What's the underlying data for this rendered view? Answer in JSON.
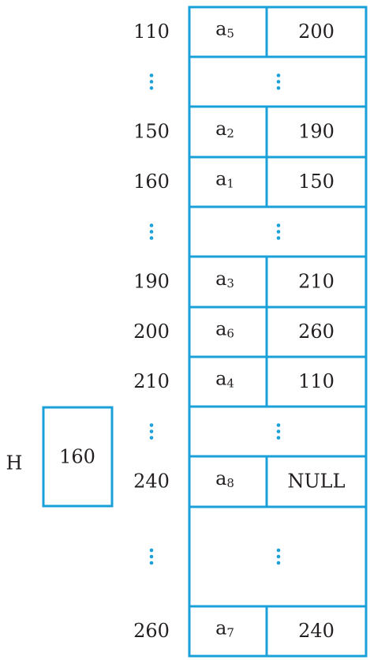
{
  "head_pointer": {
    "label": "H",
    "value": "160"
  },
  "rows": [
    {
      "address": "110",
      "data": "a",
      "sub": "5",
      "next": "200"
    },
    {
      "address": "",
      "data": "",
      "sub": "",
      "next": "",
      "gap": true
    },
    {
      "address": "150",
      "data": "a",
      "sub": "2",
      "next": "190"
    },
    {
      "address": "160",
      "data": "a",
      "sub": "1",
      "next": "150"
    },
    {
      "address": "",
      "data": "",
      "sub": "",
      "next": "",
      "gap": true
    },
    {
      "address": "190",
      "data": "a",
      "sub": "3",
      "next": "210"
    },
    {
      "address": "200",
      "data": "a",
      "sub": "6",
      "next": "260"
    },
    {
      "address": "210",
      "data": "a",
      "sub": "4",
      "next": "110"
    },
    {
      "address": "",
      "data": "",
      "sub": "",
      "next": "",
      "gap": true
    },
    {
      "address": "240",
      "data": "a",
      "sub": "8",
      "next": "NULL"
    },
    {
      "address": "",
      "data": "",
      "sub": "",
      "next": "",
      "gap": true
    },
    {
      "address": "260",
      "data": "a",
      "sub": "7",
      "next": "240"
    }
  ],
  "colors": {
    "border": "#1aa0d8",
    "text": "#231f20",
    "dots": "#1aa0d8"
  }
}
